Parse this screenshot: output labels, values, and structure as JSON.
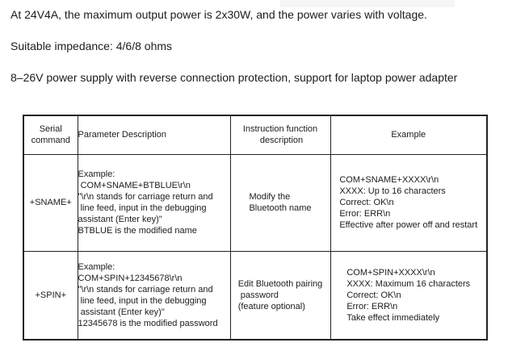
{
  "page": {
    "background": "#ffffff",
    "text_color": "#1c1c1c",
    "border_color": "#222222",
    "artifact_color": "#f6f6f6"
  },
  "intro": {
    "lines": [
      "At 24V4A, the maximum output power is 2x30W, and the power varies with voltage.",
      "Suitable impedance: 4/6/8 ohms",
      "8–26V power supply with reverse connection protection, support for laptop power adapter"
    ]
  },
  "table": {
    "headers": {
      "serial_command": "Serial\ncommand",
      "parameter_description": "Parameter Description",
      "instruction": "Instruction function\n description",
      "example": "Example"
    },
    "rows": [
      {
        "command": "+SNAME+",
        "parameter_description": "Example:\n COM+SNAME+BTBLUE\\r\\n\n\"\\r\\n stands for carriage return and\n line feed, input in the debugging\nassistant (Enter key)\"\nBTBLUE is the modified name",
        "instruction": "Modify the\nBluetooth name",
        "example": "COM+SNAME+XXXX\\r\\n\nXXXX: Up to 16 characters\nCorrect: OK\\n\nError: ERR\\n\nEffective after power off and restart"
      },
      {
        "command": "+SPIN+",
        "parameter_description": "Example:\nCOM+SPIN+12345678\\r\\n\n\"\\r\\n stands for carriage return and\n line feed, input in the debugging\n assistant (Enter key)\"\n12345678 is the modified password",
        "instruction": "Edit Bluetooth pairing\n password\n(feature optional)",
        "example": "COM+SPIN+XXXX\\r\\n\nXXXX: Maximum 16 characters\nCorrect: OK\\n\nError: ERR\\n\nTake effect immediately"
      }
    ]
  }
}
